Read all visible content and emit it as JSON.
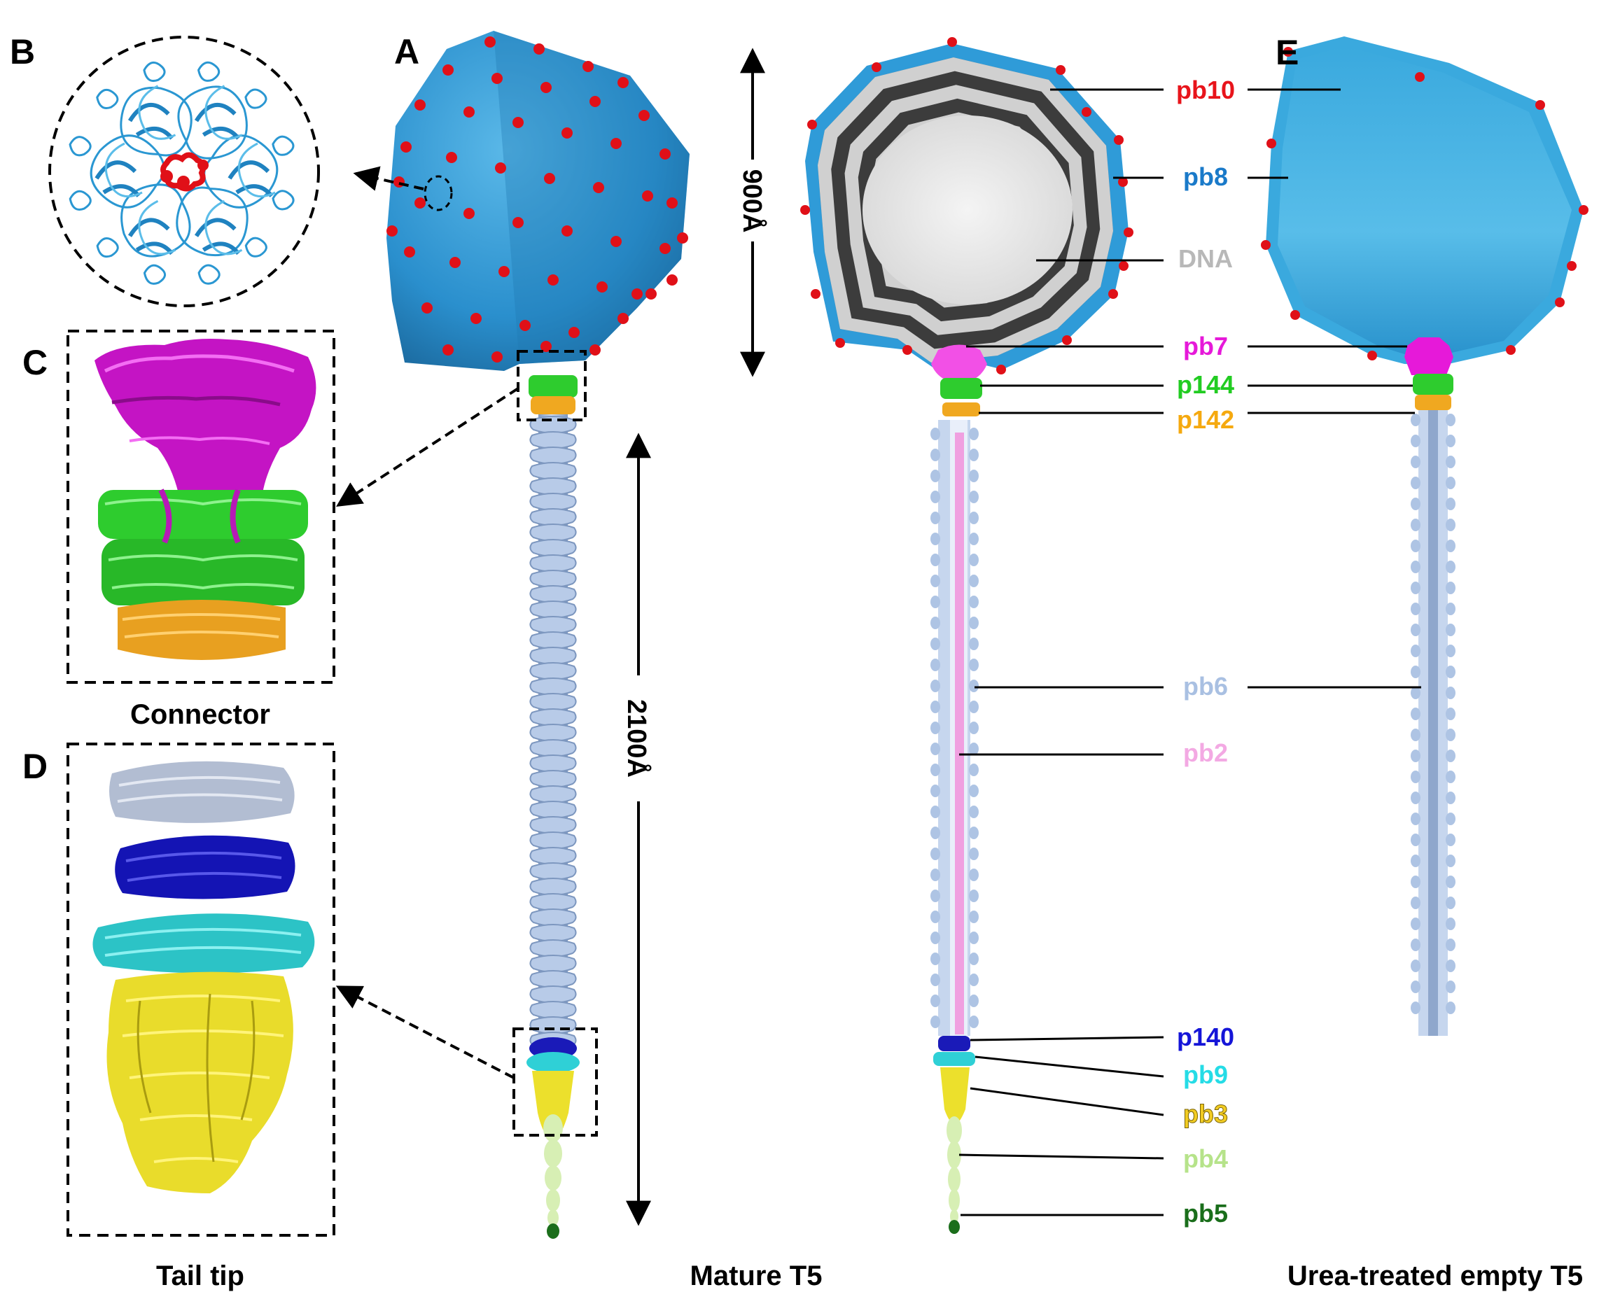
{
  "panels": {
    "A": "A",
    "B": "B",
    "C": "C",
    "D": "D",
    "E": "E"
  },
  "captions": {
    "connector": "Connector",
    "tail_tip": "Tail tip",
    "mature": "Mature T5",
    "urea": "Urea-treated empty T5"
  },
  "dimensions": {
    "capsid": "900Å",
    "tail": "2100Å"
  },
  "labels": [
    {
      "id": "pb10",
      "text": "pb10",
      "color": "#e8141b"
    },
    {
      "id": "pb8",
      "text": "pb8",
      "color": "#1a7ac9"
    },
    {
      "id": "dna",
      "text": "DNA",
      "color": "#b8b8b8"
    },
    {
      "id": "pb7",
      "text": "pb7",
      "color": "#e619d9"
    },
    {
      "id": "p144",
      "text": "p144",
      "color": "#22cc22"
    },
    {
      "id": "p142",
      "text": "p142",
      "color": "#f5a90f"
    },
    {
      "id": "pb6",
      "text": "pb6",
      "color": "#a9c0e2"
    },
    {
      "id": "pb2",
      "text": "pb2",
      "color": "#f3a9e3"
    },
    {
      "id": "p140",
      "text": "p140",
      "color": "#1515d8"
    },
    {
      "id": "pb9",
      "text": "pb9",
      "color": "#25dce6"
    },
    {
      "id": "pb3",
      "text": "pb3",
      "color": "#f2cc22"
    },
    {
      "id": "pb4",
      "text": "pb4",
      "color": "#b6e38a"
    },
    {
      "id": "pb5",
      "text": "pb5",
      "color": "#1a6e1a"
    }
  ],
  "colors": {
    "capsid": "#2f9bd8",
    "capsid_light": "#5fc2ee",
    "capsid_shadow": "#1d6ea4",
    "decoration": "#e01018",
    "tail": "#aec4e4",
    "tail_dark": "#7d97bf",
    "connector_magenta": "#d312d3",
    "connector_green": "#2ecc2e",
    "connector_orange": "#f0a820",
    "tip_blue": "#1a1ab8",
    "tip_cyan": "#2fd0d6",
    "tip_yellow": "#ece02c",
    "tip_light_green": "#d7efb4",
    "tip_dark_green": "#1b6e1b",
    "dna_dark": "#3a3a3a",
    "dna_light": "#d8d8d8"
  }
}
